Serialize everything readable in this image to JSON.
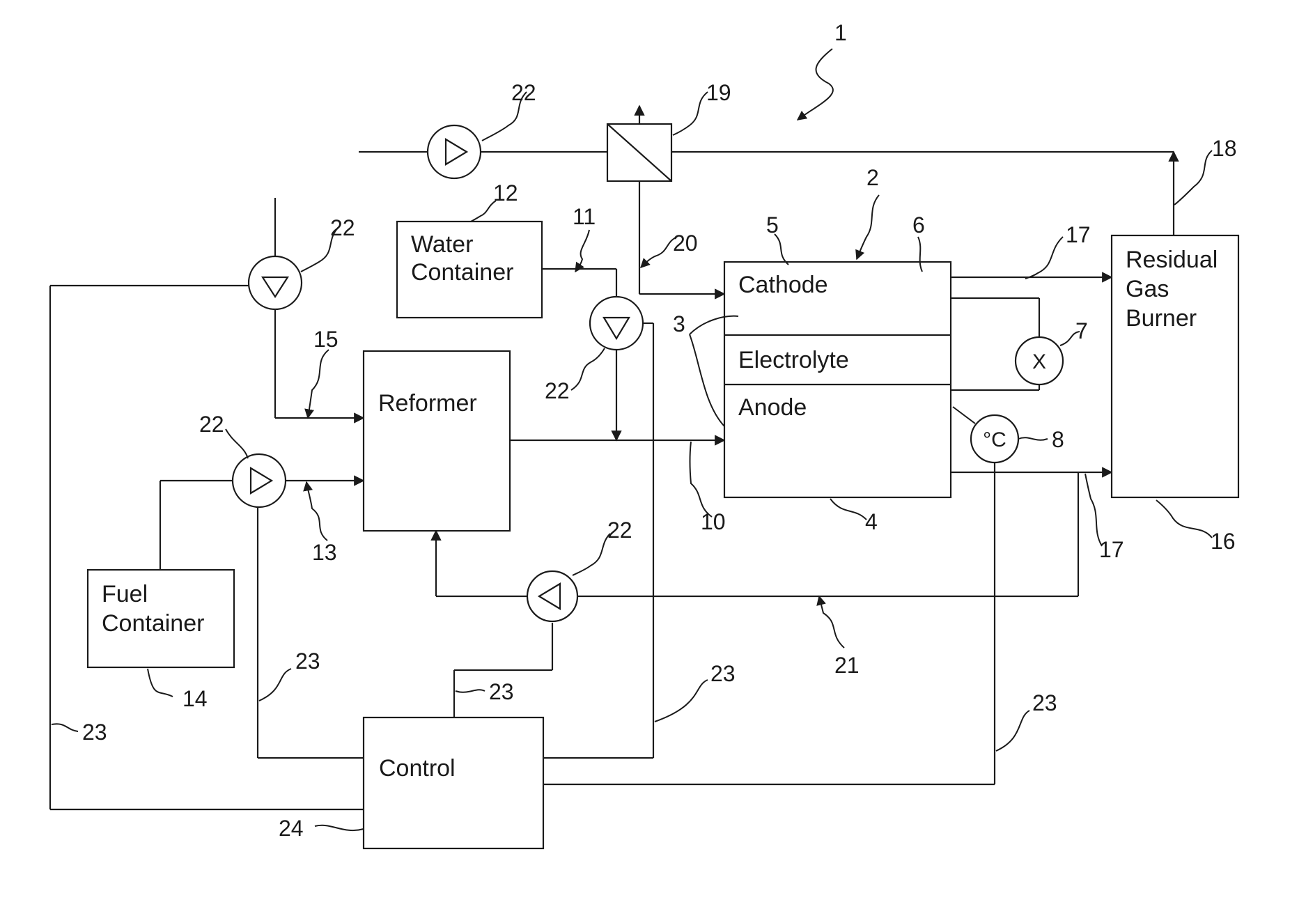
{
  "components": {
    "water_container": {
      "line1": "Water",
      "line2": "Container"
    },
    "reformer": "Reformer",
    "fuel_container": {
      "line1": "Fuel",
      "line2": "Container"
    },
    "control": "Control",
    "cathode": "Cathode",
    "electrolyte": "Electrolyte",
    "anode": "Anode",
    "residual_gas_burner": {
      "line1": "Residual",
      "line2": "Gas",
      "line3": "Burner"
    }
  },
  "symbols": {
    "voltmeter": "X",
    "thermometer": "°C"
  },
  "reference_numerals": {
    "system": "1",
    "fuel_cell": "2",
    "cell_layer": "3",
    "anode_side": "4",
    "cathode_layer": "5",
    "cathode_side": "6",
    "voltmeter": "7",
    "thermometer": "8",
    "anode_inlet": "10",
    "water_line": "11",
    "water_container": "12",
    "fuel_line": "13",
    "fuel_container": "14",
    "air_line_reformer": "15",
    "burner": "16",
    "exhaust_top": "17",
    "exhaust_bottom": "17",
    "burner_outlet": "18",
    "heat_exchanger": "19",
    "cathode_air": "20",
    "recirculation": "21",
    "pump_top": "22",
    "pump_left": "22",
    "pump_water": "22",
    "pump_fuel": "22",
    "pump_recirc": "22",
    "signal_left_outer": "23",
    "signal_fuel_pump": "23",
    "signal_recirc": "23",
    "signal_water": "23",
    "signal_thermo": "23",
    "control": "24"
  }
}
